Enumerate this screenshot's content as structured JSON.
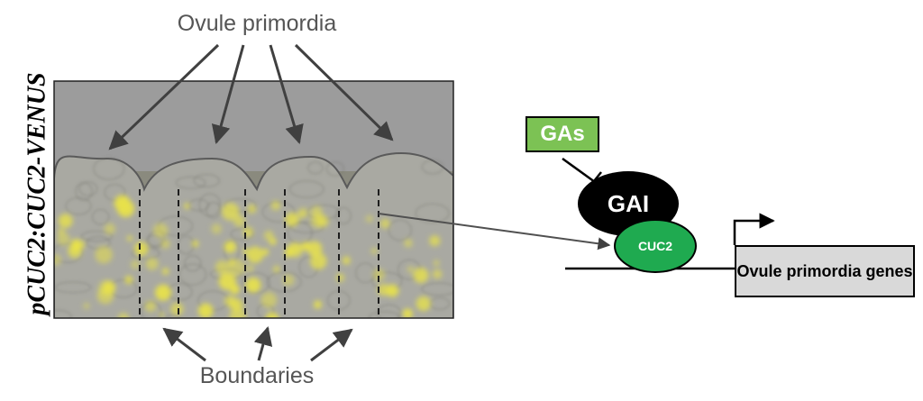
{
  "labels": {
    "ovule_primordia": "Ovule primordia",
    "boundaries": "Boundaries",
    "construct": "pCUC2:CUC2-VENUS"
  },
  "schematic": {
    "gas": "GAs",
    "gai": "GAI",
    "cuc2": "CUC2",
    "target_genes": "Ovule primordia genes"
  },
  "colors": {
    "gas_fill": "#7cc254",
    "gai_fill": "#000000",
    "cuc2_fill": "#1faa50",
    "genes_fill": "#d9d9d9",
    "venus_signal": "#e8e24a"
  }
}
